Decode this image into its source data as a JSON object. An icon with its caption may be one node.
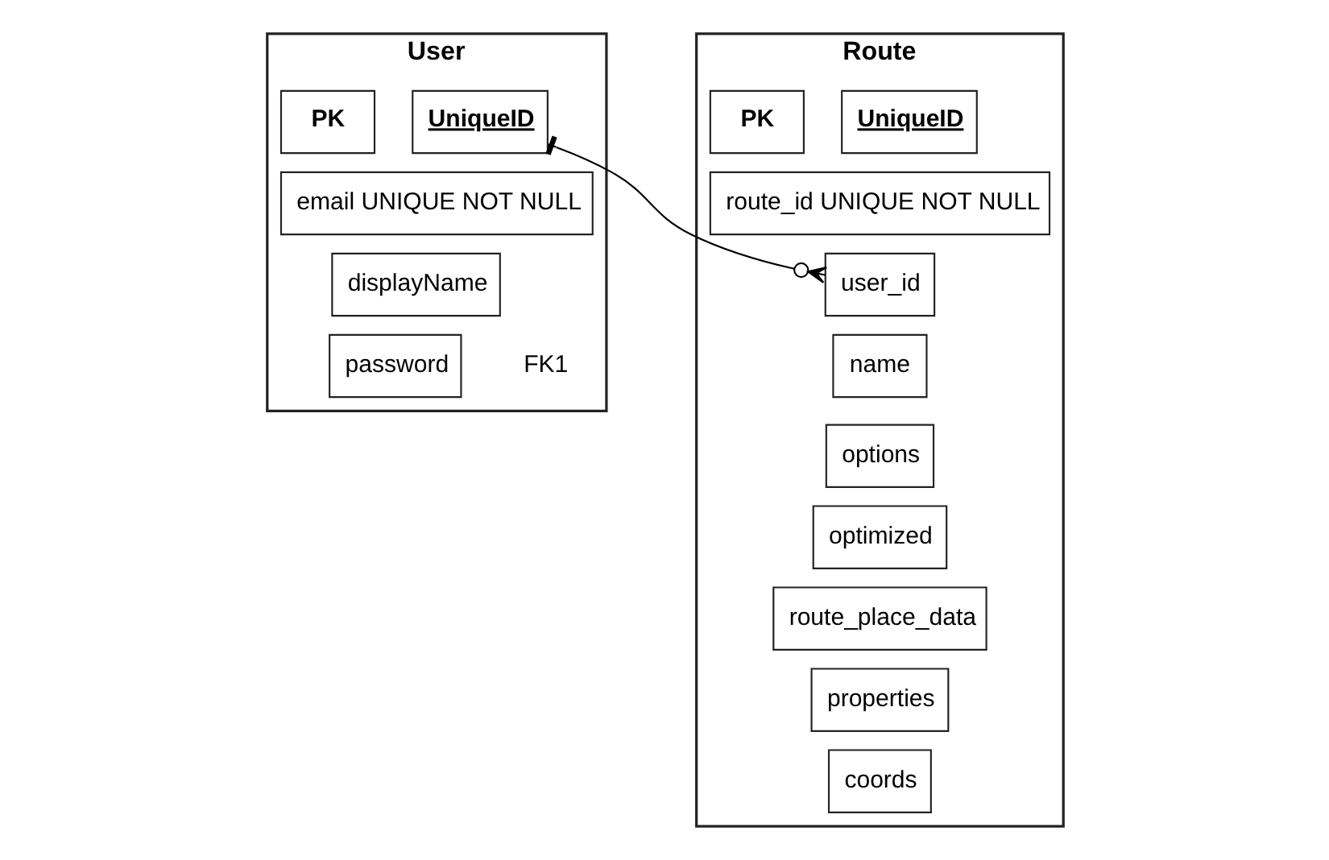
{
  "diagram": {
    "nodes": [
      {
        "text": [
          "User"
        ]
      },
      {
        "text": [
          "PK"
        ],
        "in": 0
      },
      {
        "text": [
          "UniqueID"
        ],
        "in": 0
      },
      {
        "text": [
          "email UNIQUE NOT NULL"
        ],
        "in": 0
      },
      {
        "text": [
          "displayName"
        ],
        "in": 0
      },
      {
        "text": [
          "password"
        ],
        "in": 0
      },
      {
        "text": [
          "Route"
        ]
      },
      {
        "text": [
          "PK"
        ],
        "in": 6
      },
      {
        "text": [
          "UniqueID"
        ],
        "in": 6
      },
      {
        "text": [
          "route_id UNIQUE NOT NULL"
        ],
        "in": 6
      },
      {
        "text": [
          "user_id"
        ],
        "in": 6
      },
      {
        "text": [
          "name"
        ],
        "in": 6
      },
      {
        "text": [
          "options"
        ],
        "in": 6
      },
      {
        "text": [
          "optimized"
        ],
        "in": 6
      },
      {
        "text": [
          "route_place_data"
        ],
        "in": 6
      },
      {
        "text": [
          "properties"
        ],
        "in": 6
      },
      {
        "text": [
          "coords"
        ],
        "in": 6
      }
    ],
    "edges": [
      {
        "from": 2,
        "to": 10,
        "arrow": "other"
      }
    ],
    "labels": [
      "FK1"
    ]
  }
}
